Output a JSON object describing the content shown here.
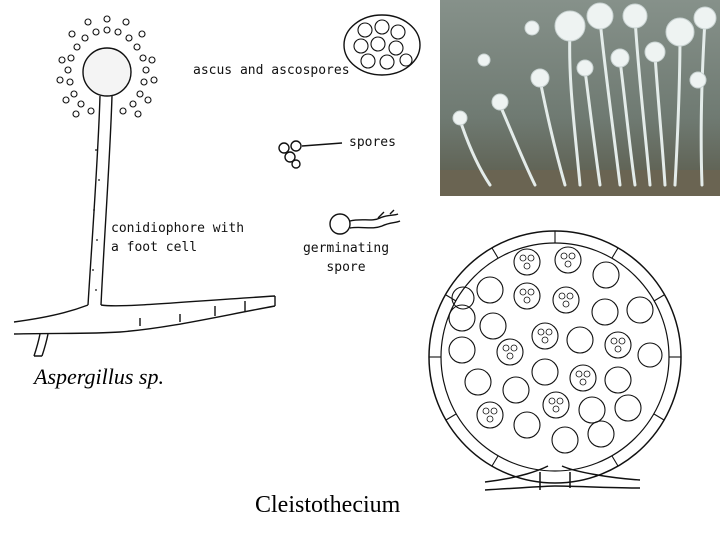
{
  "labels": {
    "ascus": "ascus and ascospores",
    "spores": "spores",
    "conidiophore_line1": "conidiophore with",
    "conidiophore_line2": "a foot cell",
    "germinating_line1": "germinating",
    "germinating_line2": "spore"
  },
  "captions": {
    "genus": "Aspergillus",
    "genus_suffix": " sp.",
    "cleistothecium": "Cleistothecium"
  },
  "colors": {
    "ink": "#111111",
    "photo_bg": "#6f7a72",
    "photo_fruiting": "#e9efee"
  }
}
